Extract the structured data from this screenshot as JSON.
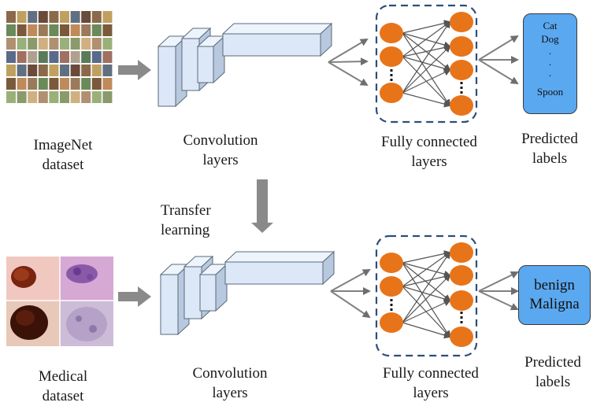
{
  "top": {
    "dataset_label": "ImageNet\ndataset",
    "conv_label": "Convolution\nlayers",
    "fc_label": "Fully connected\nlayers",
    "pred_label": "Predicted\nlabels",
    "class_labels": [
      "Cat",
      "Dog",
      ".",
      ".",
      ".",
      "Spoon"
    ]
  },
  "middle": {
    "transfer_label": "Transfer\nlearning"
  },
  "bottom": {
    "dataset_label": "Medical\ndataset",
    "conv_label": "Convolution\nlayers",
    "fc_label": "Fully connected\nlayers",
    "pred_label": "Predicted\nlabels",
    "class_labels": [
      "benign",
      "Maligna"
    ]
  },
  "colors": {
    "neuron": "#e8741a",
    "box_fill": "#5aa8f0",
    "dashed_border": "#2e4e7a",
    "arrow": "#808080",
    "conv_front": "#dce8f7",
    "conv_side": "#b8c8de",
    "conv_top": "#eef4fc"
  }
}
